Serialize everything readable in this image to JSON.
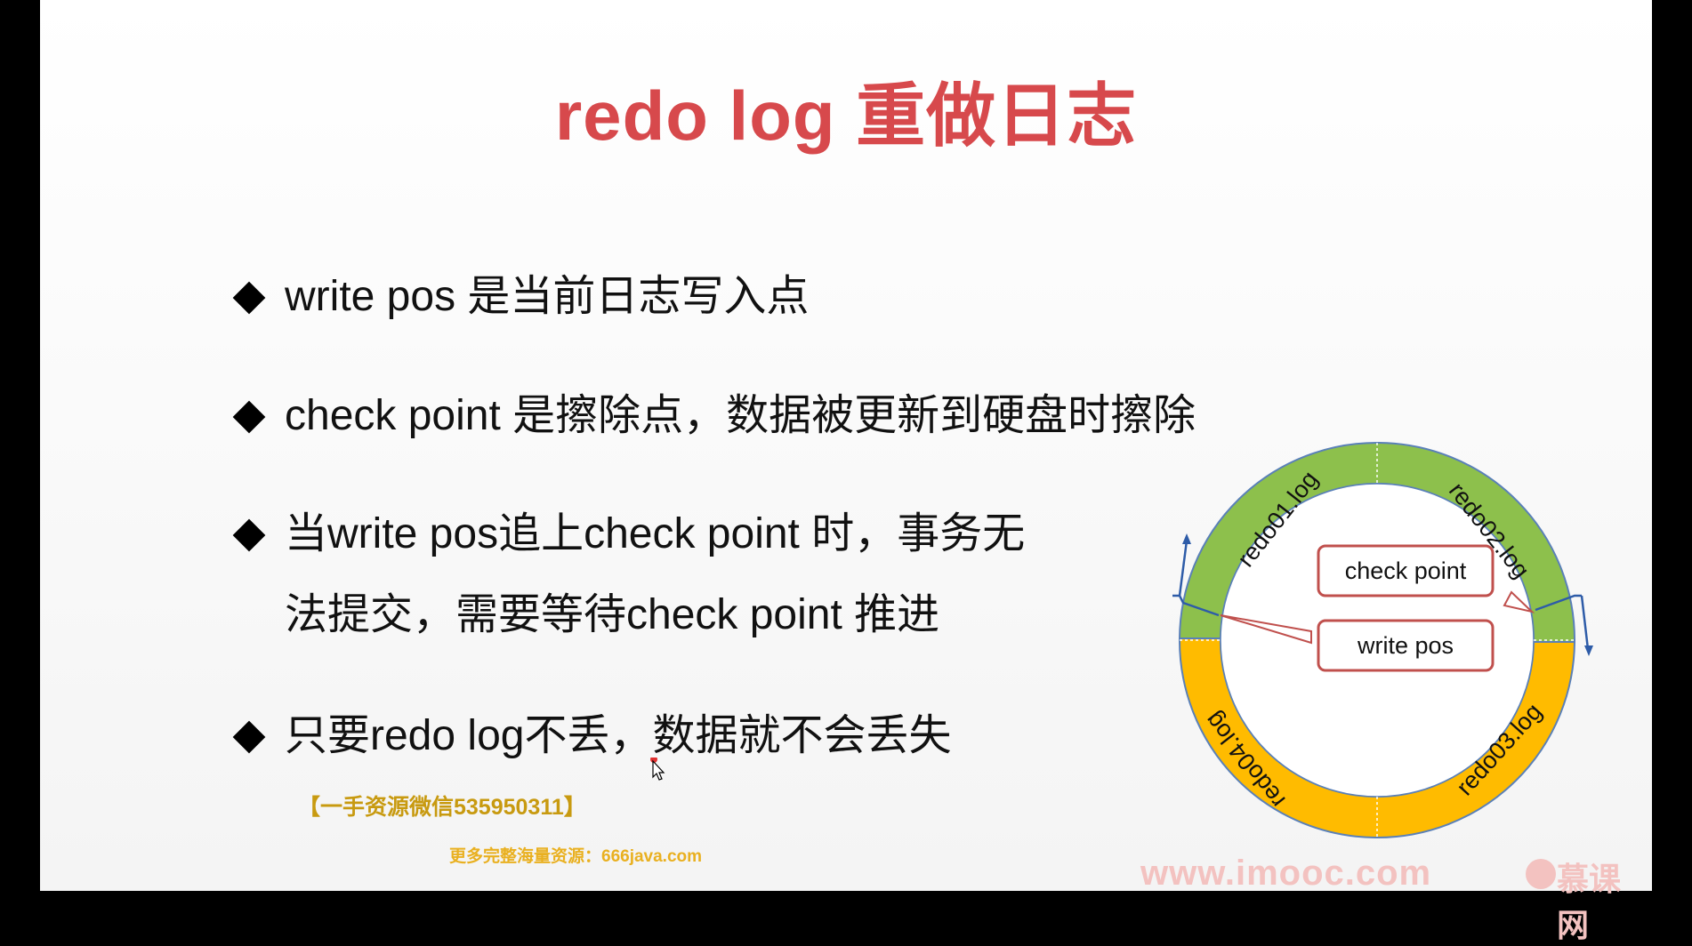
{
  "slide": {
    "title": "redo log 重做日志",
    "bullets": [
      {
        "line1": "write pos 是当前日志写入点"
      },
      {
        "line1": "check point 是擦除点，数据被更新到硬盘时擦除"
      },
      {
        "line1": "当write pos追上check point 时，事务无",
        "line2": "法提交，需要等待check point 推进"
      },
      {
        "line1": "只要redo log不丢，数据就不会丢失"
      }
    ],
    "watermark_main": "【一手资源微信535950311】",
    "watermark_sub": "更多完整海量资源：666java.com",
    "brand_url": "www.imooc.com",
    "brand_name": "慕课网"
  },
  "diagram": {
    "segments": [
      "redo01.log",
      "redo02.log",
      "redo03.log",
      "redo04.log"
    ],
    "callouts": {
      "check_point": "check point",
      "write_pos": "write pos"
    },
    "colors": {
      "green": "#8dc04c",
      "orange": "#ffbb00",
      "callout_border": "#c0504d",
      "marker": "#2e5ca8"
    }
  }
}
